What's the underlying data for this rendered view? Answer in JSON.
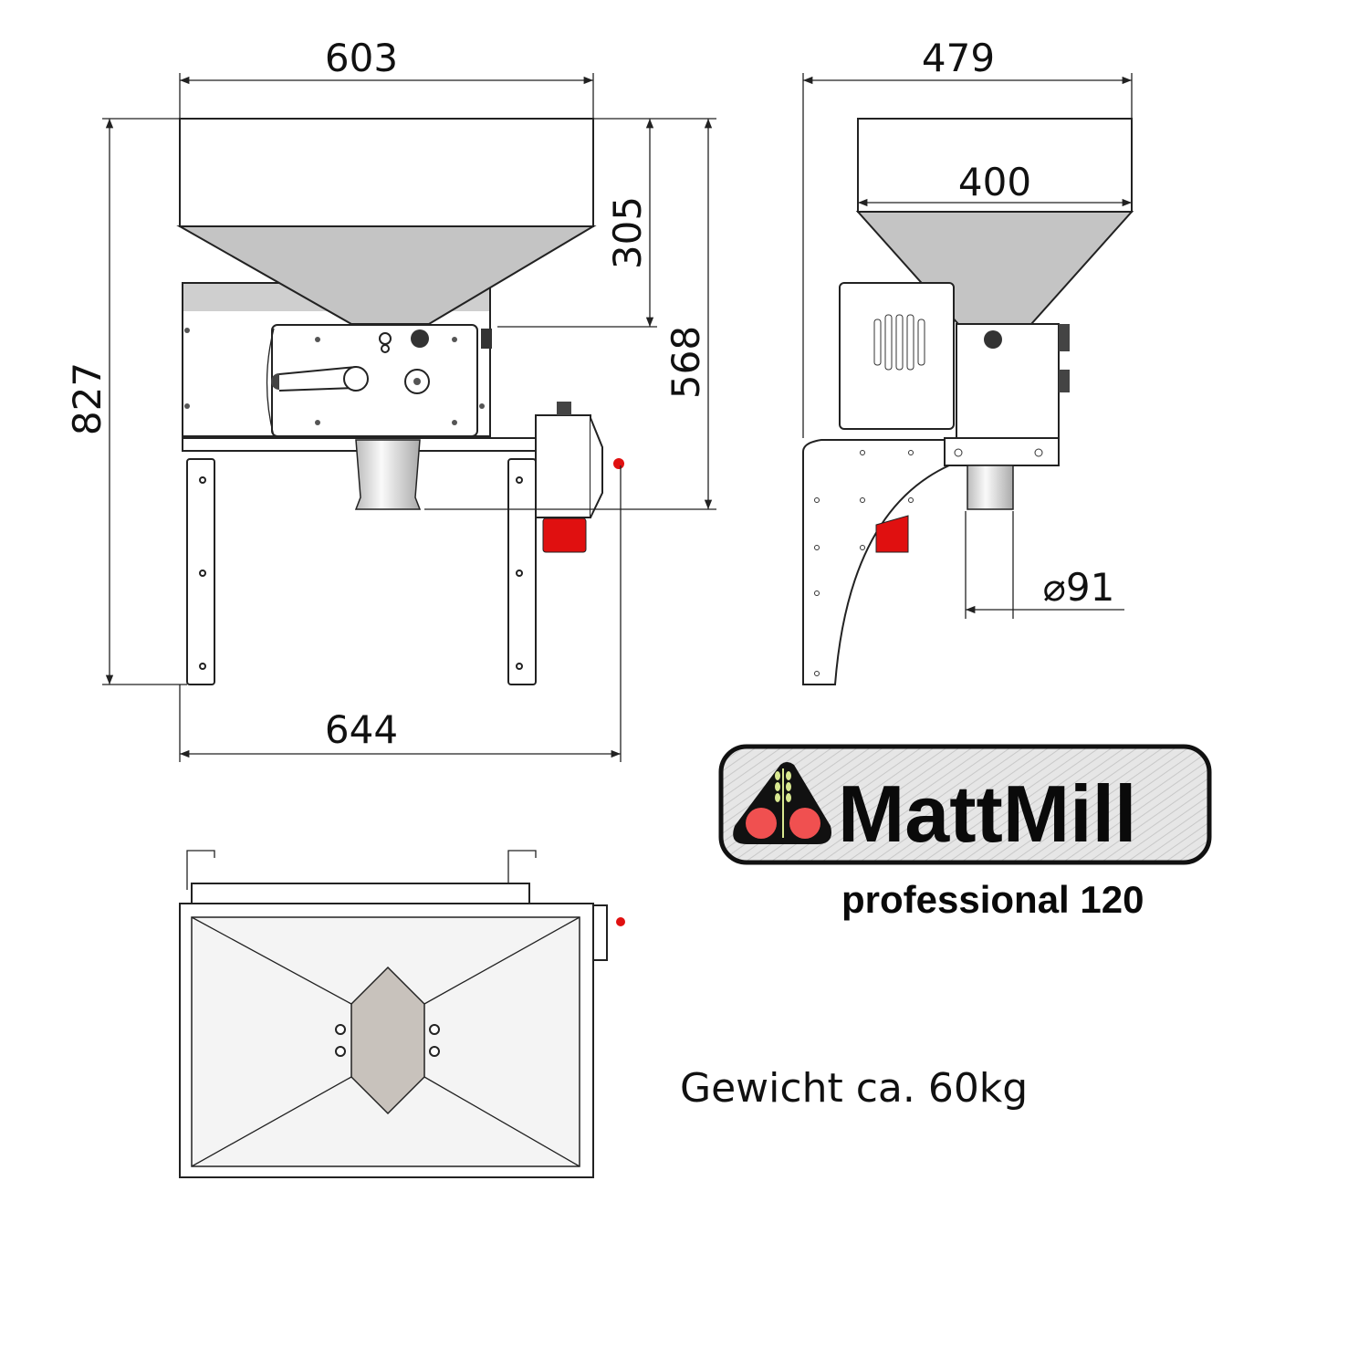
{
  "dimensions": {
    "front_width_top": "603",
    "side_width": "479",
    "hopper_width_side": "400",
    "hopper_height": "305",
    "outlet_height": "568",
    "total_height": "827",
    "front_width_bottom": "644",
    "outlet_diameter": "⌀91"
  },
  "logo": {
    "brand": "MattMill",
    "model": "professional 120",
    "accent_red": "#f05050",
    "wheat_color": "#d8e890"
  },
  "weight_note": "Gewicht ca. 60kg",
  "colors": {
    "hopper_gray": "#c4c4c4",
    "knob_red": "#e01010"
  }
}
